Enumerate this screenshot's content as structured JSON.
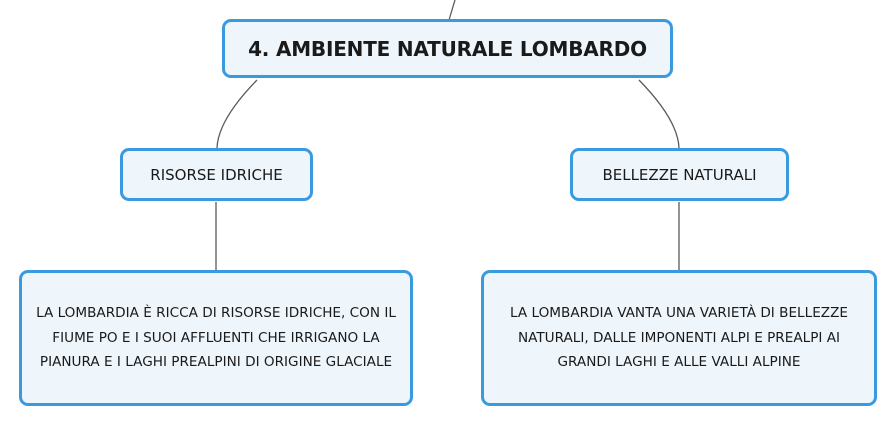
{
  "title": "4. AMBIENTE NATURALE LOMBARDO",
  "branches": [
    {
      "label": "RISORSE IDRICHE",
      "text": "LA LOMBARDIA È RICCA DI RISORSE IDRICHE, CON IL FIUME PO E I SUOI AFFLUENTI CHE IRRIGANO LA PIANURA E I LAGHI PREALPINI DI ORIGINE GLACIALE"
    },
    {
      "label": "BELLEZZE NATURALI",
      "text": "LA LOMBARDIA VANTA UNA VARIETÀ DI BELLEZZE NATURALI, DALLE IMPONENTI ALPI E PREALPI AI GRANDI LAGHI E ALLE VALLI ALPINE"
    }
  ],
  "colors": {
    "node_border": "#3a9ae0",
    "node_fill": "#eef6fc",
    "connector": "#5b5b5b",
    "text": "#1a1a1a"
  }
}
